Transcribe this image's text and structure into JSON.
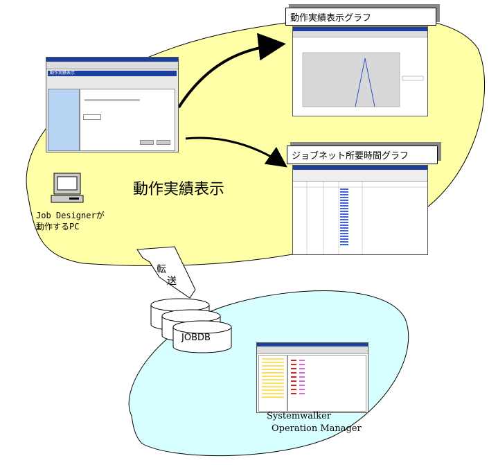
{
  "colors": {
    "yellow_region": "#ffffa8",
    "cyan_region": "#d8ffff",
    "window_title_bar": "#1c3f9e",
    "panel_blue": "#b8d4f4",
    "bars_blue": "#4060d8"
  },
  "labels": {
    "graph_top": "動作実績表示グラフ",
    "graph_bottom": "ジョブネット所要時間グラフ",
    "center_caption": "動作実績表示",
    "pc_line1": "Job Designerが",
    "pc_line2": "動作するPC",
    "transfer_char1": "転",
    "transfer_char2": "送",
    "db": "JOBDB",
    "sw_line1": "Systemwalker",
    "sw_line2": "Operation Manager"
  },
  "screenshot_main": {
    "window_title": "動作実績表示"
  }
}
